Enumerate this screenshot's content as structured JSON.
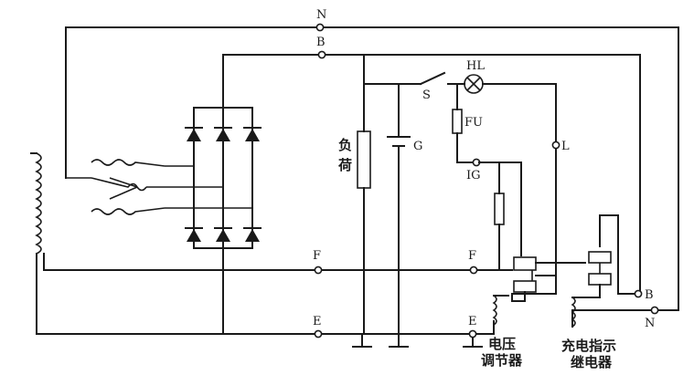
{
  "labels": {
    "n_top": "N",
    "b_top": "B",
    "hl": "HL",
    "s": "S",
    "fu": "FU",
    "l": "L",
    "ig": "IG",
    "g": "G",
    "load_1": "负",
    "load_2": "荷",
    "f_left": "F",
    "f_right": "F",
    "e_left": "E",
    "e_right": "E",
    "b_right": "B",
    "n_right": "N",
    "regulator_1": "电压",
    "regulator_2": "调节器",
    "relay_1": "充电指示",
    "relay_2": "继电器"
  }
}
